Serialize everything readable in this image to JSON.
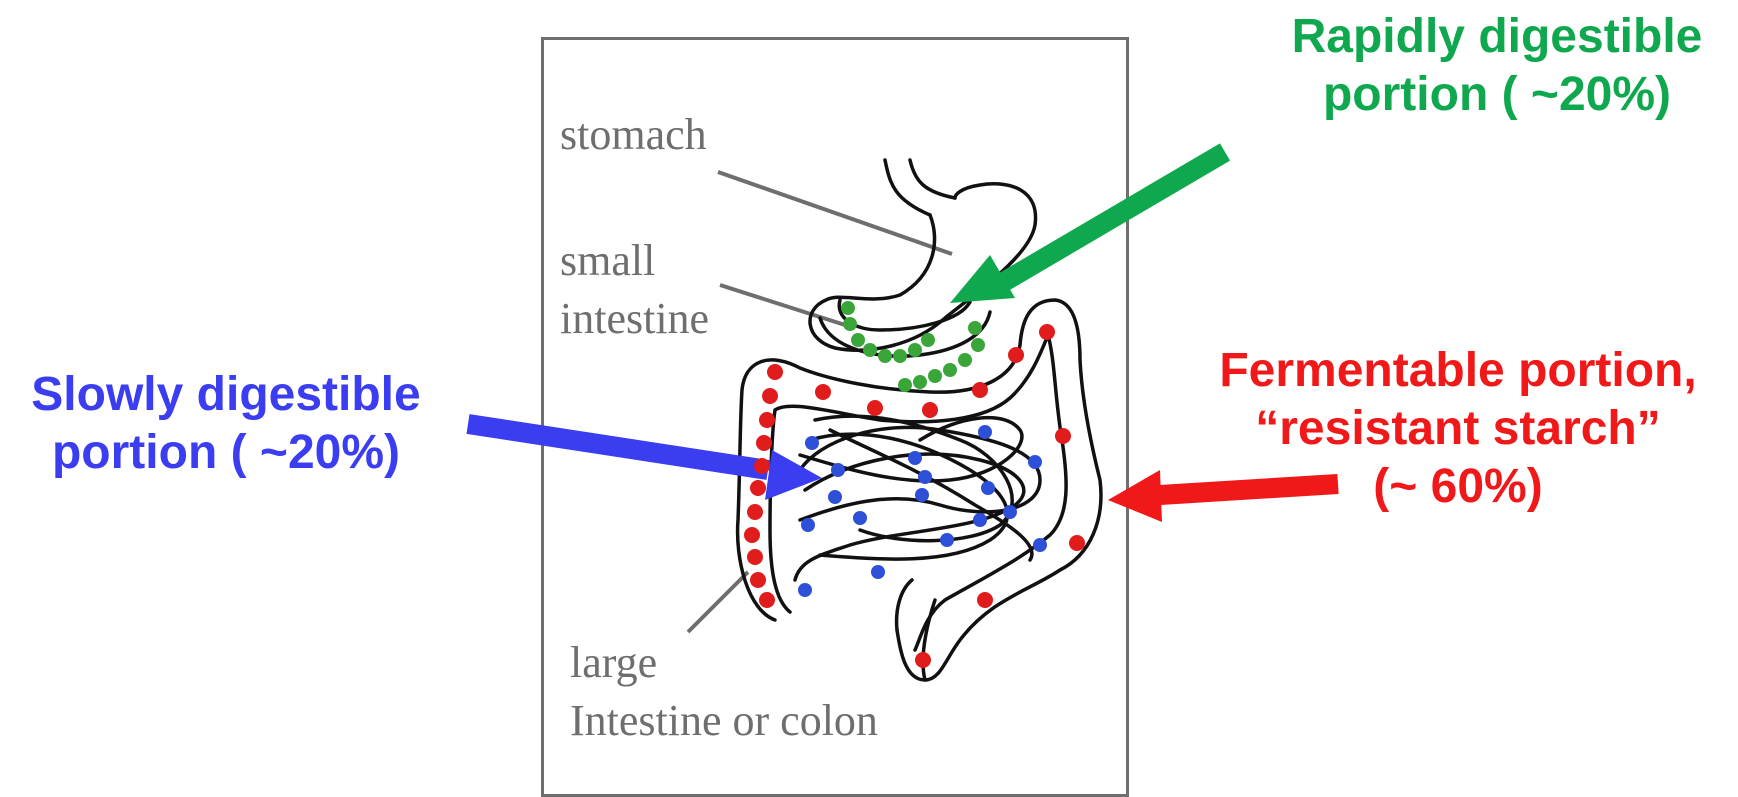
{
  "labels": {
    "stomach": "stomach",
    "small_intestine": "small\nintestine",
    "large_intestine": "large\nIntestine or colon"
  },
  "callouts": {
    "rapid": {
      "text": "Rapidly digestible\nportion ( ~20%)",
      "color": "#10a84f"
    },
    "slow": {
      "text": "Slowly digestible\nportion ( ~20%)",
      "color": "#3b3df0"
    },
    "fermentable": {
      "text": "Fermentable portion,\n“resistant starch”\n(~ 60%)",
      "color": "#f01818"
    }
  },
  "colors": {
    "frame": "#6f6f6f",
    "leader": "#6e6e6e",
    "outline": "#111111",
    "dot_green": "#3aa63a",
    "dot_blue": "#2e4fd8",
    "dot_red": "#e01c1c"
  }
}
